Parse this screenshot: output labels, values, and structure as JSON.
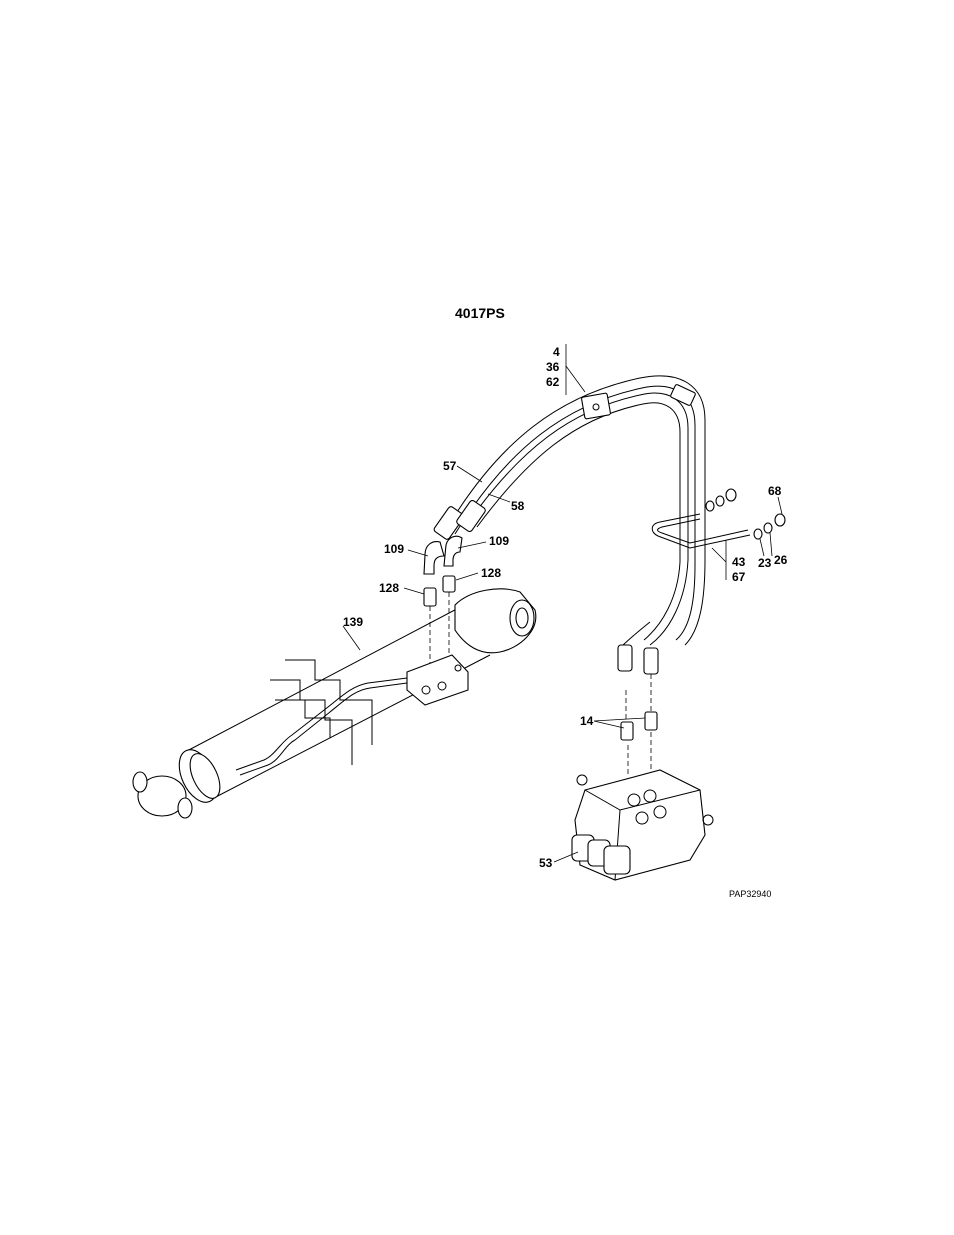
{
  "diagram": {
    "title": "4017PS",
    "reference": "PAP32940",
    "callouts": {
      "c4": "4",
      "c36": "36",
      "c62": "62",
      "c57": "57",
      "c58": "58",
      "c68": "68",
      "c109_left": "109",
      "c109_right": "109",
      "c128_left": "128",
      "c128_right": "128",
      "c43": "43",
      "c67": "67",
      "c23": "23",
      "c26": "26",
      "c139": "139",
      "c14": "14",
      "c53": "53"
    }
  }
}
